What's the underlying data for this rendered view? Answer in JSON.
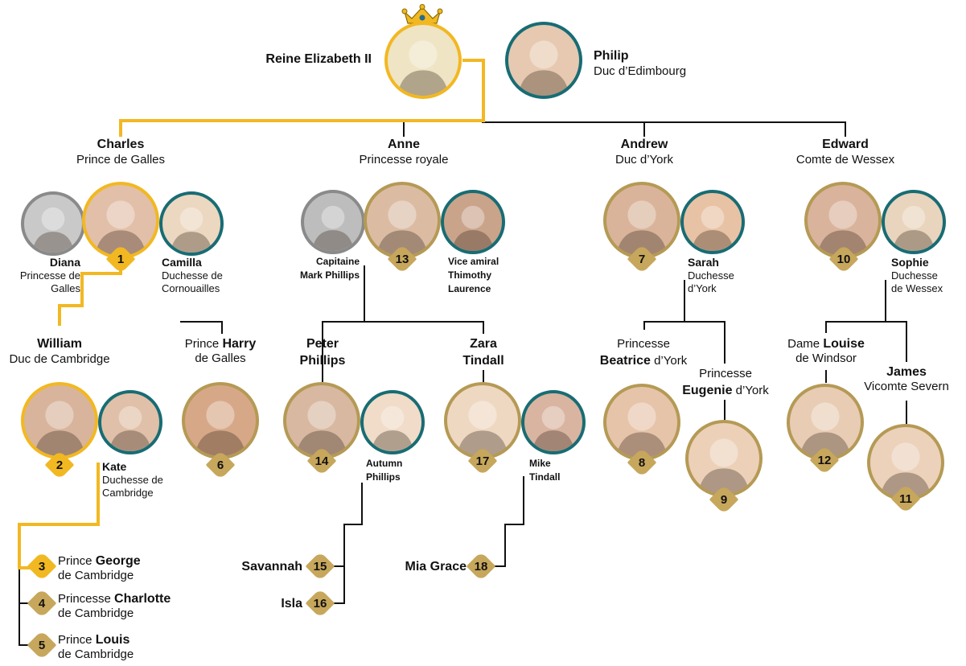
{
  "queen": {
    "name": "Reine Elizabeth II"
  },
  "philip": {
    "name": "Philip",
    "title": "Duc d’Edimbourg"
  },
  "charles": {
    "name": "Charles",
    "title": "Prince de Galles",
    "rank": "1"
  },
  "diana": {
    "name": "Diana",
    "title1": "Princesse de",
    "title2": "Galles"
  },
  "camilla": {
    "name": "Camilla",
    "title1": "Duchesse de",
    "title2": "Cornouailles"
  },
  "anne": {
    "name": "Anne",
    "title": "Princesse royale",
    "rank": "13"
  },
  "mark": {
    "line1": "Capitaine",
    "line2": "Mark Phillips"
  },
  "timothy": {
    "line1": "Vice amiral",
    "line2": "Thimothy",
    "line3": "Laurence"
  },
  "andrew": {
    "name": "Andrew",
    "title": "Duc d’York",
    "rank": "7"
  },
  "sarah": {
    "name": "Sarah",
    "title1": "Duchesse",
    "title2": "d’York"
  },
  "edward": {
    "name": "Edward",
    "title": "Comte de Wessex",
    "rank": "10"
  },
  "sophie": {
    "name": "Sophie",
    "title1": "Duchesse",
    "title2": "de Wessex"
  },
  "william": {
    "name": "William",
    "title": "Duc de Cambridge",
    "rank": "2"
  },
  "kate": {
    "name": "Kate",
    "title1": "Duchesse de",
    "title2": "Cambridge"
  },
  "harry": {
    "prefix": "Prince ",
    "name": "Harry",
    "title": "de Galles",
    "rank": "6"
  },
  "peter": {
    "name1": "Peter",
    "name2": "Phillips",
    "rank": "14"
  },
  "autumn": {
    "line1": "Autumn",
    "line2": "Phillips"
  },
  "zara": {
    "name1": "Zara",
    "name2": "Tindall",
    "rank": "17"
  },
  "mike": {
    "line1": "Mike",
    "line2": "Tindall"
  },
  "beatrice": {
    "prefix": "Princesse",
    "name": "Beatrice",
    "suffix": " d’York",
    "rank": "8"
  },
  "eugenie": {
    "prefix": "Princesse",
    "name": "Eugenie",
    "suffix": " d’York",
    "rank": "9"
  },
  "louise": {
    "prefix": "Dame ",
    "name": "Louise",
    "title": "de Windsor",
    "rank": "12"
  },
  "james": {
    "name": "James",
    "title": "Vicomte Severn",
    "rank": "11"
  },
  "george": {
    "prefix": "Prince ",
    "name": "George",
    "title": "de Cambridge",
    "rank": "3"
  },
  "charlotte": {
    "prefix": "Princesse ",
    "name": "Charlotte",
    "title": "de Cambridge",
    "rank": "4"
  },
  "louis": {
    "prefix": "Prince ",
    "name": "Louis",
    "title": "de Cambridge",
    "rank": "5"
  },
  "savannah": {
    "name": "Savannah",
    "rank": "15"
  },
  "isla": {
    "name": "Isla",
    "rank": "16"
  },
  "mia": {
    "name": "Mia Grace",
    "rank": "18"
  },
  "colors": {
    "gold": "#b59a55",
    "yellow": "#f2b822",
    "teal": "#186c74",
    "grey": "#8a8a8a",
    "badge": "#c7a75c",
    "line": "#111111"
  },
  "icons": {
    "portrait": "person-portrait-icon",
    "crown": "crown-icon",
    "rank": "rank-diamond-icon"
  }
}
